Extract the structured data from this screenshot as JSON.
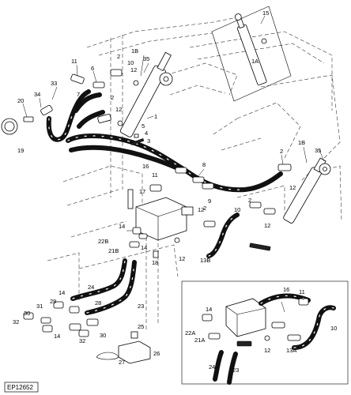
{
  "drawing_code": "EP12652",
  "callouts": {
    "c15": "15",
    "c1A": "1A",
    "c1B_top": "1B",
    "c35_top": "35",
    "c2_top": "2",
    "c10_top": "10",
    "c12_top": "12",
    "c11_top": "11",
    "c6": "6",
    "c33": "33",
    "c34": "34",
    "c7": "7",
    "c20": "20",
    "c19": "19",
    "c2_mid": "2",
    "c12_mid": "12",
    "c1": "1",
    "c5": "5",
    "c4": "4",
    "c3": "3",
    "c16_main": "16",
    "c11_main": "11",
    "c8": "8",
    "c17": "17",
    "c9": "9",
    "c12_main": "12",
    "c1B_right": "1B",
    "c35_right": "35",
    "c2_right": "2",
    "c12_right": "12",
    "c2_lower": "2",
    "c10_main": "10",
    "c2_farright": "2",
    "c12_farright": "12",
    "c14_a": "14",
    "c22B": "22B",
    "c21B": "21B",
    "c14_b": "14",
    "c18": "18",
    "c12_lower": "12",
    "c13B": "13B",
    "c24_main": "24",
    "c23_main": "23",
    "c14_c": "14",
    "c29": "29",
    "c28": "28",
    "c31": "31",
    "c30_a": "30",
    "c32_a": "32",
    "c14_d": "14",
    "c30_b": "30",
    "c32_b": "32",
    "c25": "25",
    "c26": "26",
    "c27": "27",
    "c16_inset": "16",
    "c11_inset": "11",
    "c14_inset": "14",
    "c22A": "22A",
    "c21A": "21A",
    "c12_inset": "12",
    "c13A": "13A",
    "c10_inset": "10",
    "c24_inset": "24",
    "c23_inset": "23"
  }
}
